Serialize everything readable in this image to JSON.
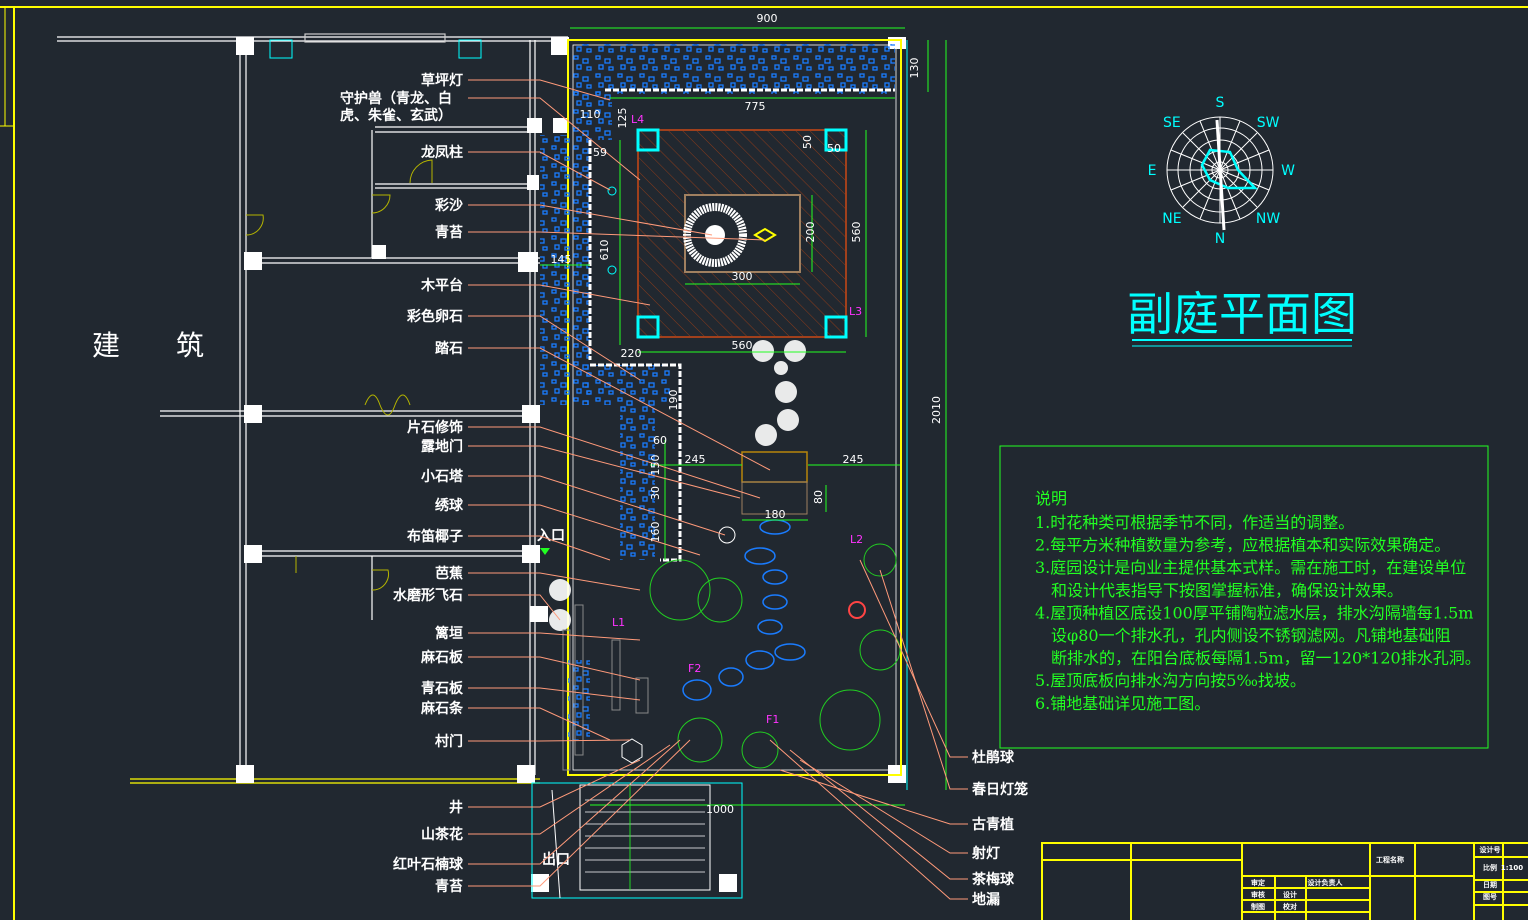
{
  "drawing": {
    "title": "副庭平面图",
    "building_label": "建　　筑",
    "entrance": "入口",
    "exit": "出口",
    "light_tags": [
      "L1",
      "L2",
      "L3",
      "L4",
      "F1",
      "F2"
    ]
  },
  "left_labels": [
    "草坪灯",
    "守护兽（青龙、白",
    "虎、朱雀、玄武）",
    "龙凤柱",
    "彩沙",
    "青苔",
    "木平台",
    "彩色卵石",
    "踏石",
    "片石修饰",
    "露地门",
    "小石塔",
    "绣球",
    "布笛椰子",
    "芭蕉",
    "水磨形飞石",
    "篱垣",
    "麻石板",
    "青石板",
    "麻石条",
    "村门",
    "井",
    "山茶花",
    "红叶石楠球",
    "青苔"
  ],
  "right_labels": [
    "杜鹃球",
    "春日灯笼",
    "古青植",
    "射灯",
    "茶梅球",
    "地漏"
  ],
  "dimensions": [
    "900",
    "130",
    "775",
    "110",
    "125",
    "59",
    "50",
    "50",
    "560",
    "200",
    "300",
    "610",
    "145",
    "560",
    "220",
    "2010",
    "190",
    "60",
    "245",
    "245",
    "150",
    "30",
    "80",
    "180",
    "160",
    "1000"
  ],
  "compass": [
    "S",
    "SW",
    "W",
    "NW",
    "N",
    "NE",
    "E",
    "SE"
  ],
  "notes": {
    "heading": "说明",
    "items": [
      "1.时花种类可根据季节不同，作适当的调整。",
      "2.每平方米种植数量为参考，应根据植本和实际效果确定。",
      "3.庭园设计是向业主提供基本式样。需在施工时，在建设单位",
      "　和设计代表指导下按图掌握标准，确保设计效果。",
      "4.屋顶种植区底设100厚平铺陶粒滤水层，排水沟隔墙每1.5m",
      "　设φ80一个排水孔，孔内侧设不锈钢滤网。凡铺地基础阻",
      "　断排水的，在阳台底板每隔1.5m，留一120*120排水孔洞。",
      "5.屋顶底板向排水沟方向按5‰找坡。",
      "6.铺地基础详见施工图。"
    ]
  },
  "title_block": {
    "cells": [
      "工程名称",
      "设计号",
      "比例",
      "1:100",
      "日期",
      "图号",
      "审定",
      "审核",
      "设计",
      "校对",
      "设计负责人",
      "制图"
    ]
  },
  "colors": {
    "background": "#212830",
    "notes": "#22ff22",
    "title": "#00ffff",
    "frame": "#ffff00",
    "gravel": "#1a7cff",
    "deck": "#a0401c"
  }
}
